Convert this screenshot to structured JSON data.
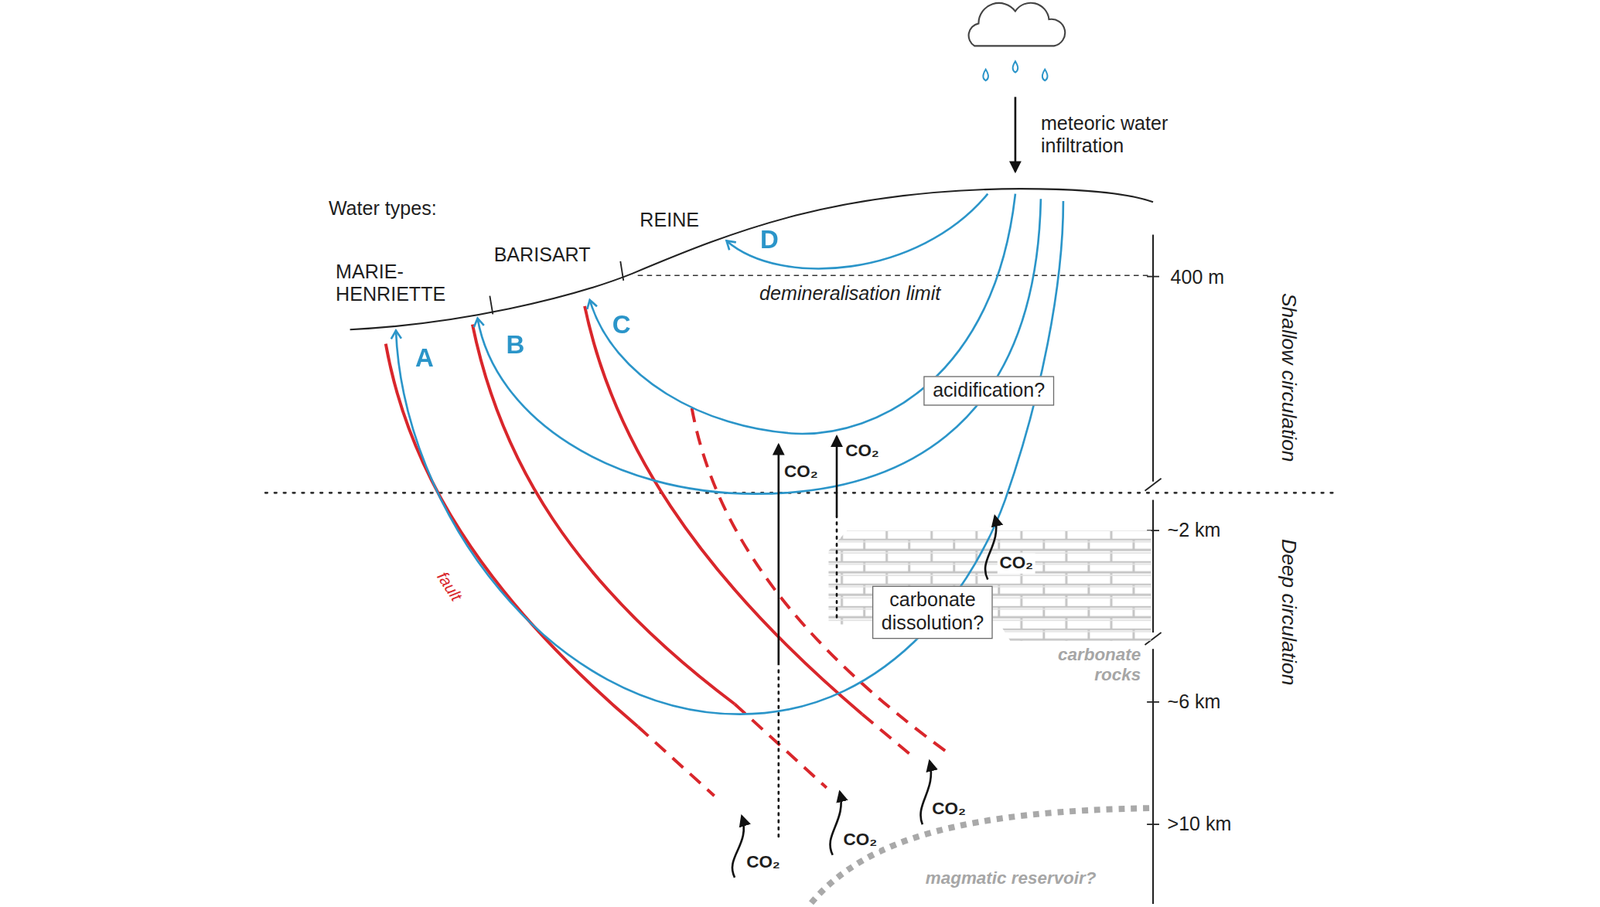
{
  "diagram": {
    "nodes": [
      {
        "text": [
          "acidification?"
        ]
      },
      {
        "text": [
          "carbonate dissolution?"
        ]
      }
    ],
    "labels": [
      "meteoric water infiltration",
      "Water types:",
      "REINE",
      "BARISART",
      "MARIE- HENRIETTE",
      "D",
      "C",
      "B",
      "A",
      "demineralisation limit",
      "400 m",
      "Shallow circulation",
      "Deep circulation",
      "~2 km",
      "~6 km",
      ">10 km",
      "fault",
      "CO₂",
      "CO₂",
      "CO₂",
      "carbonate rocks",
      "CO₂",
      "CO₂",
      "CO₂",
      "magmatic reservoir?"
    ]
  }
}
